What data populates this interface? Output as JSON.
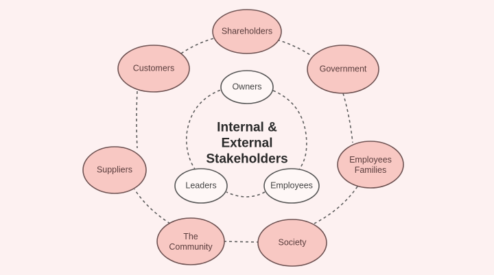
{
  "diagram": {
    "title": "Internal &\nExternal\nStakeholders",
    "colors": {
      "background": "#fdf1f1",
      "outer_fill": "#f8c8c3",
      "outer_stroke": "#6e5252",
      "inner_fill": "#fef7f6",
      "inner_stroke": "#555555",
      "connector": "#5e5e5e",
      "title_text": "#2a2a2a"
    },
    "inner_ring": {
      "nodes": [
        {
          "id": "owners",
          "label": "Owners"
        },
        {
          "id": "leaders",
          "label": "Leaders"
        },
        {
          "id": "employees",
          "label": "Employees"
        }
      ]
    },
    "outer_ring": {
      "nodes": [
        {
          "id": "shareholders",
          "label": "Shareholders"
        },
        {
          "id": "government",
          "label": "Government"
        },
        {
          "id": "employees-families",
          "label": "Employees\nFamilies"
        },
        {
          "id": "society",
          "label": "Society"
        },
        {
          "id": "the-community",
          "label": "The\nCommunity"
        },
        {
          "id": "suppliers",
          "label": "Suppliers"
        },
        {
          "id": "customers",
          "label": "Customers"
        }
      ]
    },
    "connections": [
      [
        "shareholders",
        "government"
      ],
      [
        "government",
        "employees-families"
      ],
      [
        "employees-families",
        "society"
      ],
      [
        "society",
        "the-community"
      ],
      [
        "the-community",
        "suppliers"
      ],
      [
        "suppliers",
        "customers"
      ],
      [
        "customers",
        "shareholders"
      ],
      [
        "owners",
        "employees"
      ],
      [
        "employees",
        "leaders"
      ],
      [
        "leaders",
        "owners"
      ]
    ]
  }
}
